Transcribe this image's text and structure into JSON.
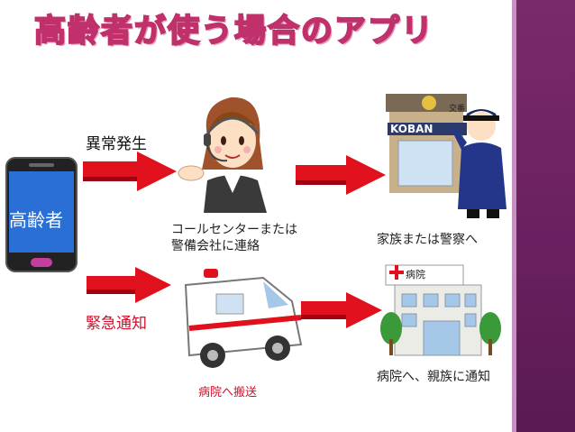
{
  "slide": {
    "title": "高齢者が使う場合のアプリ",
    "colors": {
      "title_stroke": "#c0306a",
      "arrow": "#e0101c",
      "sidebar": "#6a2060",
      "emergency_text": "#d0102a"
    }
  },
  "phone": {
    "label": "高齢者"
  },
  "flow": {
    "abnormal_label": "異常発生",
    "emergency_label": "緊急通知",
    "call_center_text": "コールセンターまたは\n警備会社に連絡",
    "family_police_text": "家族または警察へ",
    "ambulance_text": "病院へ搬送",
    "hospital_notify_text": "病院へ、親族に通知"
  },
  "signs": {
    "koban": "KOBAN",
    "koban_kanji": "交番",
    "hospital": "病院"
  }
}
